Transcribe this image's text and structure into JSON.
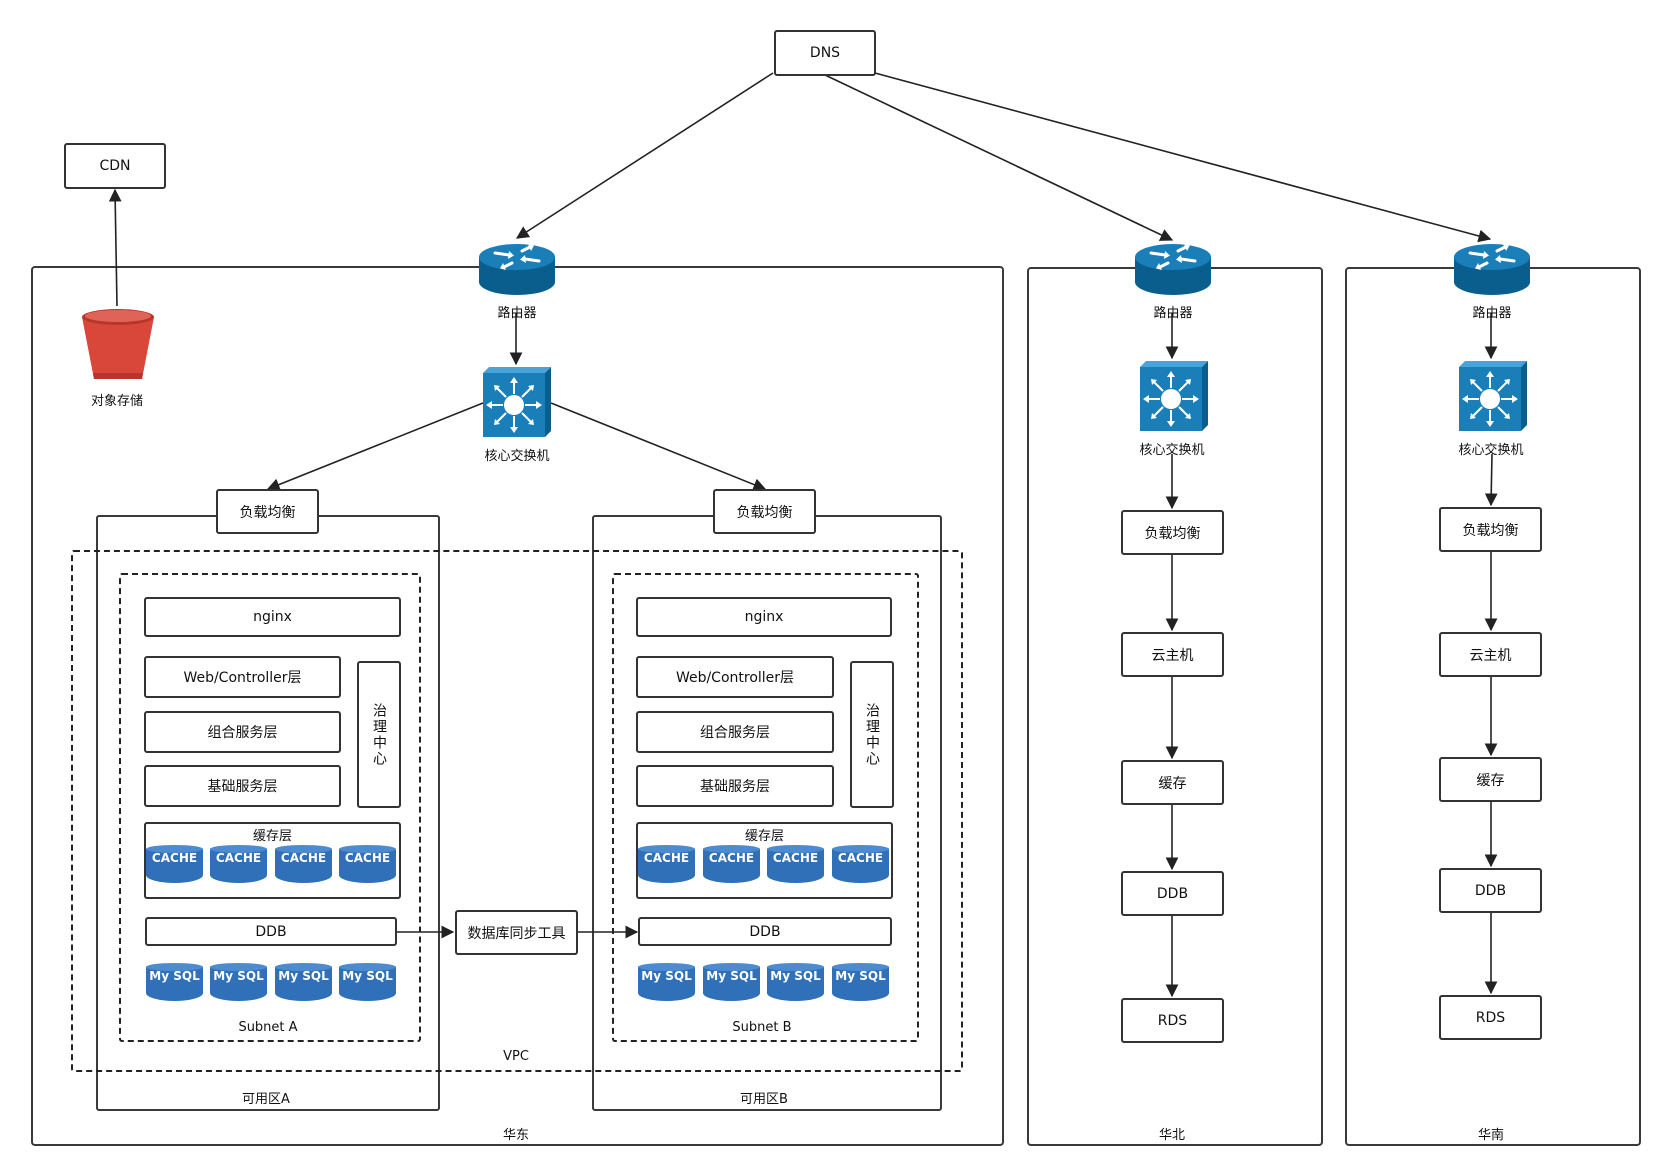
{
  "top_nodes": {
    "dns": "DNS",
    "cdn": "CDN"
  },
  "east": {
    "region_label": "华东",
    "storage_label": "对象存储",
    "router_label": "路由器",
    "switch_label": "核心交换机",
    "vpc_label": "VPC",
    "sync_tool": "数据库同步工具",
    "zone_a": {
      "zone_label": "可用区A",
      "lb": "负载均衡",
      "subnet_label": "Subnet A",
      "nginx": "nginx",
      "web": "Web/Controller层",
      "combo": "组合服务层",
      "base": "基础服务层",
      "governance": "治理中心",
      "cache_layer": "缓存层",
      "caches": [
        "CACHE",
        "CACHE",
        "CACHE",
        "CACHE"
      ],
      "ddb": "DDB",
      "mysql": [
        "My SQL",
        "My SQL",
        "My SQL",
        "My SQL"
      ]
    },
    "zone_b": {
      "zone_label": "可用区B",
      "lb": "负载均衡",
      "subnet_label": "Subnet B",
      "nginx": "nginx",
      "web": "Web/Controller层",
      "combo": "组合服务层",
      "base": "基础服务层",
      "governance": "治理中心",
      "cache_layer": "缓存层",
      "caches": [
        "CACHE",
        "CACHE",
        "CACHE",
        "CACHE"
      ],
      "ddb": "DDB",
      "mysql": [
        "My SQL",
        "My SQL",
        "My SQL",
        "My SQL"
      ]
    }
  },
  "north": {
    "region_label": "华北",
    "router_label": "路由器",
    "switch_label": "核心交换机",
    "lb": "负载均衡",
    "vm": "云主机",
    "cache": "缓存",
    "ddb": "DDB",
    "rds": "RDS"
  },
  "south": {
    "region_label": "华南",
    "router_label": "路由器",
    "switch_label": "核心交换机",
    "lb": "负载均衡",
    "vm": "云主机",
    "cache": "缓存",
    "ddb": "DDB",
    "rds": "RDS"
  }
}
